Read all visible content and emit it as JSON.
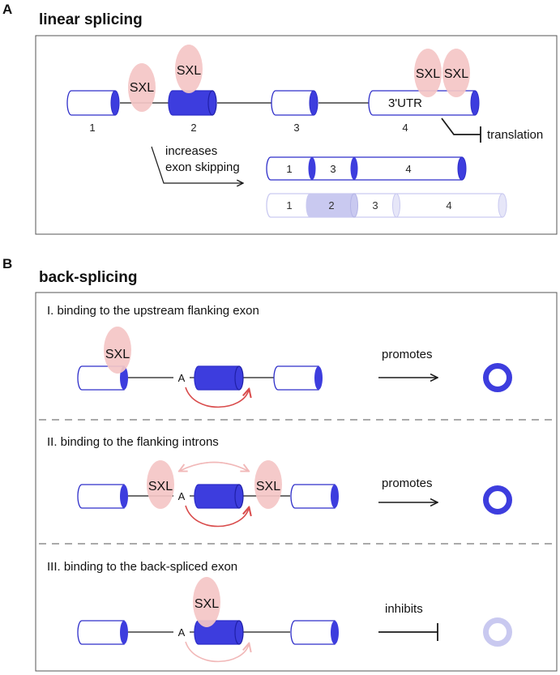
{
  "panel_a": {
    "letter": "A",
    "title": "linear splicing",
    "sxl_label": "SXL",
    "exon_numbers": [
      "1",
      "2",
      "3",
      "4"
    ],
    "utr_label": "3'UTR",
    "translation_label": "translation",
    "skipping_line1": "increases",
    "skipping_line2": "exon skipping",
    "skipped_isoform_numbers": [
      "1",
      "3",
      "4"
    ],
    "full_isoform_numbers": [
      "1",
      "2",
      "3",
      "4"
    ]
  },
  "panel_b": {
    "letter": "B",
    "title": "back-splicing",
    "sxl_label": "SXL",
    "branch_label": "A",
    "cases": [
      {
        "title": "I. binding to the upstream flanking exon",
        "effect": "promotes"
      },
      {
        "title": "II. binding to the flanking introns",
        "effect": "promotes"
      },
      {
        "title": "III. binding to the back-spliced exon",
        "effect": "inhibits"
      }
    ]
  },
  "colors": {
    "exon_blue": "#3d3dde",
    "outline_blue": "#2e2ec9",
    "faded_blue": "#c9c9f0",
    "sxl_pink": "#f4c6c6",
    "arc_red": "#d94c4c",
    "arc_faded": "#f1b8b8"
  }
}
